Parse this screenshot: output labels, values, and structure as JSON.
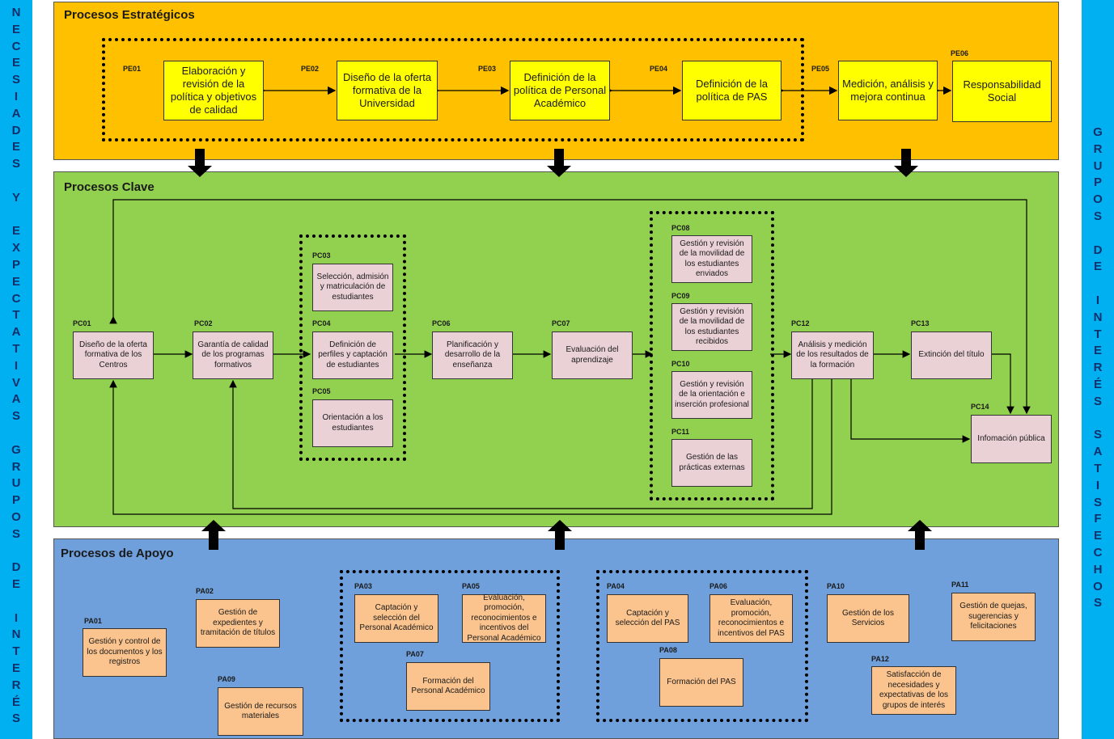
{
  "left_banner": [
    "N",
    "E",
    "C",
    "E",
    "S",
    "I",
    "A",
    "D",
    "E",
    "S",
    "",
    "Y",
    "",
    "E",
    "X",
    "P",
    "E",
    "C",
    "T",
    "A",
    "T",
    "I",
    "V",
    "A",
    "S",
    "",
    "G",
    "R",
    "U",
    "P",
    "O",
    "S",
    "",
    "D",
    "E",
    "",
    "I",
    "N",
    "T",
    "E",
    "R",
    "É",
    "S"
  ],
  "right_banner": [
    "G",
    "R",
    "U",
    "P",
    "O",
    "S",
    "",
    "D",
    "E",
    "",
    "I",
    "N",
    "T",
    "E",
    "R",
    "É",
    "S",
    "",
    "S",
    "A",
    "T",
    "I",
    "S",
    "F",
    "E",
    "C",
    "H",
    "O",
    "S"
  ],
  "strategic": {
    "title": "Procesos Estratégicos",
    "items": [
      {
        "code": "PE01",
        "label": "Elaboración y revisión de la política y objetivos de calidad"
      },
      {
        "code": "PE02",
        "label": "Diseño de la oferta formativa de la Universidad"
      },
      {
        "code": "PE03",
        "label": "Definición de la política de Personal Académico"
      },
      {
        "code": "PE04",
        "label": "Definición de la política de PAS"
      },
      {
        "code": "PE05",
        "label": "Medición, análisis y mejora continua"
      },
      {
        "code": "PE06",
        "label": "Responsabilidad Social"
      }
    ]
  },
  "key": {
    "title": "Procesos Clave",
    "items": [
      {
        "code": "PC01",
        "label": "Diseño de la oferta formativa de los Centros"
      },
      {
        "code": "PC02",
        "label": "Garantía de calidad de los programas formativos"
      },
      {
        "code": "PC03",
        "label": "Selección, admisión y matriculación de estudiantes"
      },
      {
        "code": "PC04",
        "label": "Definición de perfiles y captación de estudiantes"
      },
      {
        "code": "PC05",
        "label": "Orientación a los estudiantes"
      },
      {
        "code": "PC06",
        "label": "Planificación y desarrollo de la enseñanza"
      },
      {
        "code": "PC07",
        "label": "Evaluación del aprendizaje"
      },
      {
        "code": "PC08",
        "label": "Gestión y revisión de la movilidad de los estudiantes enviados"
      },
      {
        "code": "PC09",
        "label": "Gestión y revisión de la movilidad de los estudiantes recibidos"
      },
      {
        "code": "PC10",
        "label": "Gestión y revisión de la orientación e inserción profesional"
      },
      {
        "code": "PC11",
        "label": "Gestión de las prácticas externas"
      },
      {
        "code": "PC12",
        "label": "Análisis y medición de los resultados de la formación"
      },
      {
        "code": "PC13",
        "label": "Extinción del título"
      },
      {
        "code": "PC14",
        "label": "Infomación pública"
      }
    ]
  },
  "support": {
    "title": "Procesos de Apoyo",
    "items": [
      {
        "code": "PA01",
        "label": "Gestión y control de los documentos y los registros"
      },
      {
        "code": "PA02",
        "label": "Gestión de expedientes y tramitación de títulos"
      },
      {
        "code": "PA03",
        "label": "Captación y selección del Personal Académico"
      },
      {
        "code": "PA04",
        "label": "Captación y selección del PAS"
      },
      {
        "code": "PA05",
        "label": "Evaluación, promoción, reconocimientos e incentivos del Personal Académico"
      },
      {
        "code": "PA06",
        "label": "Evaluación, promoción, reconocimientos e incentivos del PAS"
      },
      {
        "code": "PA07",
        "label": "Formación del Personal Académico"
      },
      {
        "code": "PA08",
        "label": "Formación del PAS"
      },
      {
        "code": "PA09",
        "label": "Gestión de recursos materiales"
      },
      {
        "code": "PA10",
        "label": "Gestión de los Servicios"
      },
      {
        "code": "PA11",
        "label": "Gestión de quejas, sugerencias y felicitaciones"
      },
      {
        "code": "PA12",
        "label": "Satisfacción de necesidades y expectativas de los grupos de interés"
      }
    ]
  },
  "colors": {
    "banner": "#00b0f0",
    "strategic_bg": "#ffc000",
    "key_bg": "#92d050",
    "support_bg": "#6fa0dc",
    "pe_box": "#ffff00",
    "pc_box": "#ead1d6",
    "pa_box": "#fbc48e"
  }
}
